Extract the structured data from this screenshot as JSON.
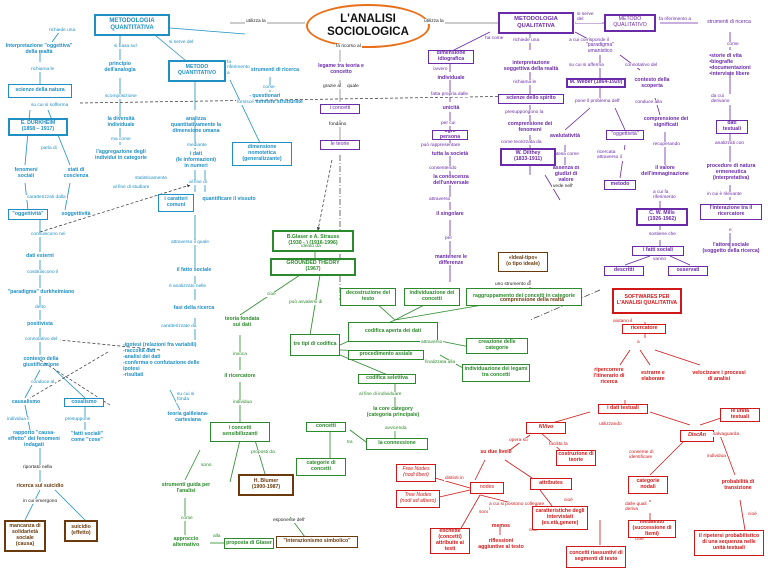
{
  "title": {
    "line1": "L'ANALISI",
    "line2": "SOCIOLOGICA"
  },
  "left": {
    "metodologia": "METODOLOGIA QUANTITATIVA",
    "richiede_una": "richiede una",
    "si_basa_sul": "si basa sul",
    "si_serve_del": "si serve del",
    "interpretazione": "Interpretazione \"oggettiva\" della realtà",
    "principio": "principio dell'analogia",
    "metodo_quant": "METODO QUANTITATIVO",
    "fa_riferimento_a": "fa riferimento a",
    "strumenti": "strumenti di ricerca",
    "come": "come",
    "questionari": "- questionari\n- interviste strutturate",
    "richiama_le": "richiama le",
    "scienze_natura": "scienze della natura",
    "mediante": "mediante",
    "su_cui_si_sofferma": "su cui si sofferma",
    "durkheim": "E. DURKHEIM\n(1858 – 1917)",
    "scomposizione": "scomposizione",
    "diversita": "la diversità individuale",
    "ma_come": "ma come",
    "aggregazione": "l'aggregazione degli individui in categorie",
    "analizza": "analizza quantitativamente la dimensione umana",
    "fornisce": "fornisce",
    "parla_di": "parla di",
    "fenomeni_sociali": "fenomeni sociali",
    "stati_coscienza": "stati di coscienza",
    "al_fine_di_studiare": "al fine di studiare",
    "statisticamente": "statisticamente",
    "dati_info": "i dati\n(le informazioni)\nin numeri",
    "al_fine_di": "al fine di",
    "caratteri_comuni": "i caratteri comuni",
    "quantificare": "quantificare il vissuto",
    "dimensione_nomotetica": "dimensione nomotetica\n(generalizzante)",
    "caratterizzati_dalla": "caratterizzati dalla",
    "oggettivita": "\"oggettività\"",
    "soggettivita": "soggettività",
    "confluiscono_nei": "confluiscono nei",
    "dati_esterni": "dati esterni",
    "attraverso_il_quale": "attraverso il quale",
    "fatto_sociale": "il fatto sociale",
    "costituiscono_il": "costituiscono il",
    "paradigma": "\"paradigma\" durkheimiano",
    "e_analizzato_nelle": "è analizzato nelle",
    "fasi_ricerca": "fasi della ricerca",
    "caratterizzate_da": "caratterizzate da",
    "ipotesi": "-ipotesi (relazioni fra variabili)\n-raccolta dati\n-analisi dei dati\n-conferma o confutazione delle ipotesi\n-risultati",
    "su_cui_si_fonda": "su cui si fonda",
    "teoria_galileiana": "teoria galileiana-cartesiana",
    "detto": "detto",
    "positivista": "positivista",
    "connotativo_del": "connotativo del",
    "contesto": "contesto della giustificazione",
    "conduce_al": "conduce al",
    "causalismo": "causalismo",
    "cosalismo": "cosalismo",
    "individua_il": "individua il",
    "presuppone": "presuppone",
    "rapporto": "rapporto \"causa-effetto\" dei fenomeni indagati",
    "fatti_come_cose": "\"fatti sociali\" come \"cose\"",
    "riportato_nella": "riportato nella",
    "ricerca_suicidio": "ricerca sul suicidio",
    "in_cui_emergono": "in cui emergono",
    "mancanza": "mancanza di solidarietà sociale\n(causa)",
    "suicidio": "suicidio\n(effetto)"
  },
  "center": {
    "utilizza_la_left": "utilizza la",
    "utilizza_la_right": "utilizza la",
    "fa_ricorso_al": "fa ricorso al",
    "legame": "legame tra teoria e concetto",
    "grazie_al": "grazie al",
    "quale": "quale",
    "i_concetti": "i concetti",
    "fondano": "fondano",
    "le_teorie": "le teorie",
    "glaser": "B.Glaser e A. Strauss\n(1930 -    )   (1916-1996)",
    "ideato_da": "ideato da",
    "grounded": "GROUNDED THEORY\n(1967)",
    "cioe": "cioè",
    "puo_avvalersi": "può avvalersi di",
    "teoria_fondata": "teoria fondata sui dati",
    "tre_tipi": "tre tipi di codifica",
    "decostruzione": "decostruzione del testo",
    "individuazione_concetti": "individuazione dei concetti",
    "raggruppamento": "raggruppamento dei concetti in categorie",
    "codifica_aperta": "codifica aperta dei dati",
    "attraverso": "attraverso",
    "creazione": "creazione delle categorie",
    "finalizzata_alla": "finalizzata alla",
    "procedimento_assiale": "procedimento assiale",
    "individuazione_legami": "individuazione dei legami tra concetti",
    "codifica_selettiva": "codifica selettiva",
    "al_fine_individuare": "al fine di individuare",
    "core": "la core category\n(categoria principale)",
    "avvicenda": "avvicenda",
    "concetti": "concetti",
    "tra": "tra",
    "connessione": "la connessione",
    "categorie_concetti": "categorie di concetti",
    "invoca": "invoca",
    "ricercatore": "il ricercatore",
    "individua": "individua",
    "concetti_sens": "i concetti sensibilizzanti",
    "proposti_da": "proposti da",
    "blumer": "H. Blumer\n(1900-1987)",
    "esponente": "esponente dell'",
    "interazionismo": "\"interazionismo simbolico\"",
    "sono": "sono",
    "strumenti_guida": "strumenti guida per l'analisi",
    "come": "come",
    "approccio": "approccio alternativo",
    "alla": "alla",
    "proposta": "proposta di Glaser"
  },
  "right_purple": {
    "metodologia": "METODOLOGIA QUALITATIVA",
    "si_serve_del": "si serve del",
    "metodo": "METODO QUALITATIVO",
    "fa_riferimento_a": "fa riferimento a",
    "strumenti": "strumenti di ricerca",
    "come": "come",
    "lista_strumenti": "•storie di vita\n•biografie\n•documentazioni\n•interviste libere",
    "da_cui_derivano": "da cui derivano",
    "testuali": "dati testuali",
    "analizzati_con": "analizzati con",
    "procedure": "procedure di natura ermeneutica (interpretativa)",
    "in_cui_e_rilevante": "in cui è rilevante",
    "interazione": "l'interazione tra il ricercatore",
    "e": "e",
    "attore": "l'attore sociale (soggetto della ricerca)",
    "ha_come": "ha come",
    "richiede_una": "richiede una",
    "a_cui_corrisponde": "a cui corrisponde il",
    "paradigma_umanistico": "\"paradigma\" umanistico",
    "su_cui_si_afferma": "su cui si afferma",
    "connotativo_del": "connotativo del",
    "contesto_scoperta": "contesto della scoperta",
    "conduce_alla": "conduce alla",
    "comprensione_significati": "comprensione dei significati",
    "weber": "M. Weber (1864-1920)",
    "pone_problema": "pone il problema dell'",
    "avalutativita": "avalutatività",
    "oggettivita": "\"oggettività\"",
    "intesa_come": "intesa come",
    "ricercata_attraverso": "ricercata attraverso il",
    "assenza": "assenza di giudizi di valore",
    "metodo_w": "metodo",
    "recuperando": "recuperando",
    "valore_immaginazione": "il valore dell'immaginazione",
    "a_cui_fa_riferimento": "a cui fa riferimento",
    "mills": "C. W. Mills\n(1926-1962)",
    "sostiene_che": "sostiene che",
    "fatti_sociali": "i fatti sociali",
    "vanno": "vanno",
    "descritti": "descritti",
    "osservati": "osservati",
    "dimensione_idiografica": "dimensione idiografica",
    "ovvero": "ovvero",
    "individuale": "individuale",
    "fatta_propria": "fatta propria dalle",
    "unicita": "unicità",
    "per_cui": "per cui",
    "ogni_persona": "ogni persona",
    "puo_rappresentare": "può rappresentare",
    "tutta_societa": "tutta la società",
    "consentendo": "consentendo",
    "conoscenza": "la conoscenza dell'universale",
    "attraverso": "attraverso",
    "singolare": "il singolare",
    "per": "per",
    "mantenere": "mantenere le differenze",
    "interpretazione": "interpretazione soggettiva della realtà",
    "richiama_le": "richiama le",
    "scienze_spirito": "scienze dello spirito",
    "presuppongono_la": "presuppongono la",
    "comprensione_fenomeni": "comprensione dei fenomeni",
    "come_teorizzata_da": "come teorizzata da",
    "dilthey": "W. Dilthey\n(1833-1911)",
    "vede_nell": "vede nell'",
    "idealtipo": "«Ideal-tipo»\n(o tipo ideale)",
    "uno_strumento": "uno strumento di",
    "comprensione_realta": "comprensione della realtà"
  },
  "right_red": {
    "software": "SOFTWARES PER L'ANALISI QUALITATIVA",
    "aiutano_il": "aiutano il",
    "ricercatore": "ricercatore",
    "a": "a",
    "ripercorrere": "ripercorrere l'itinerario di ricerca",
    "estrarre": "estrarre e elaborare",
    "velocizzare": "velocizzare i processi di analisi",
    "dati_testuali": "i dati testuali",
    "utilizzando": "utilizzando",
    "nvivo": "NVivo",
    "discan": "DiscAn",
    "salvaguarda": "salvaguarda",
    "unita_testuali": "le unità testuali",
    "opera_su": "opera su",
    "due_livelli": "su due livelli",
    "facilita_la": "facilita la",
    "costruzione_teorie": "costruzione di teorie",
    "free_nodes": "Free Nodes\n(nodi liberi)",
    "tree_nodes": "Tree Nodes\n(nodi ad albero)",
    "distinti_in": "distinti in",
    "nodes": "nodes",
    "attributes": "attributes",
    "cioe_1": "cioè",
    "cioe_2": "cioè",
    "cioe_3": "cioè",
    "sono": "sono",
    "a_cui_si_possono": "a cui si possono collegare i",
    "memos": "memos",
    "etichette": "etichette (concetti) attribuite ai testi",
    "caratteristiche": "caratteristiche degli intervistati (es.età,genere)",
    "riflessioni": "riflessioni aggiuntive al testo",
    "concetti_riassuntivi": "concetti riassuntivi di segmenti di testo",
    "consente_identificare": "consente di identificare",
    "individua": "individua",
    "categorie_nodali": "categorie nodali",
    "probabilita": "probabilità di transizione",
    "dalle_quali_deriva": "dalle quali deriva",
    "metatesto": "metatesto\n(successione di Itemi)",
    "ripetersi": "il ripetersi probabilistico di una sequenza nelle unità testuali",
    "cioe_4": "cioè"
  }
}
